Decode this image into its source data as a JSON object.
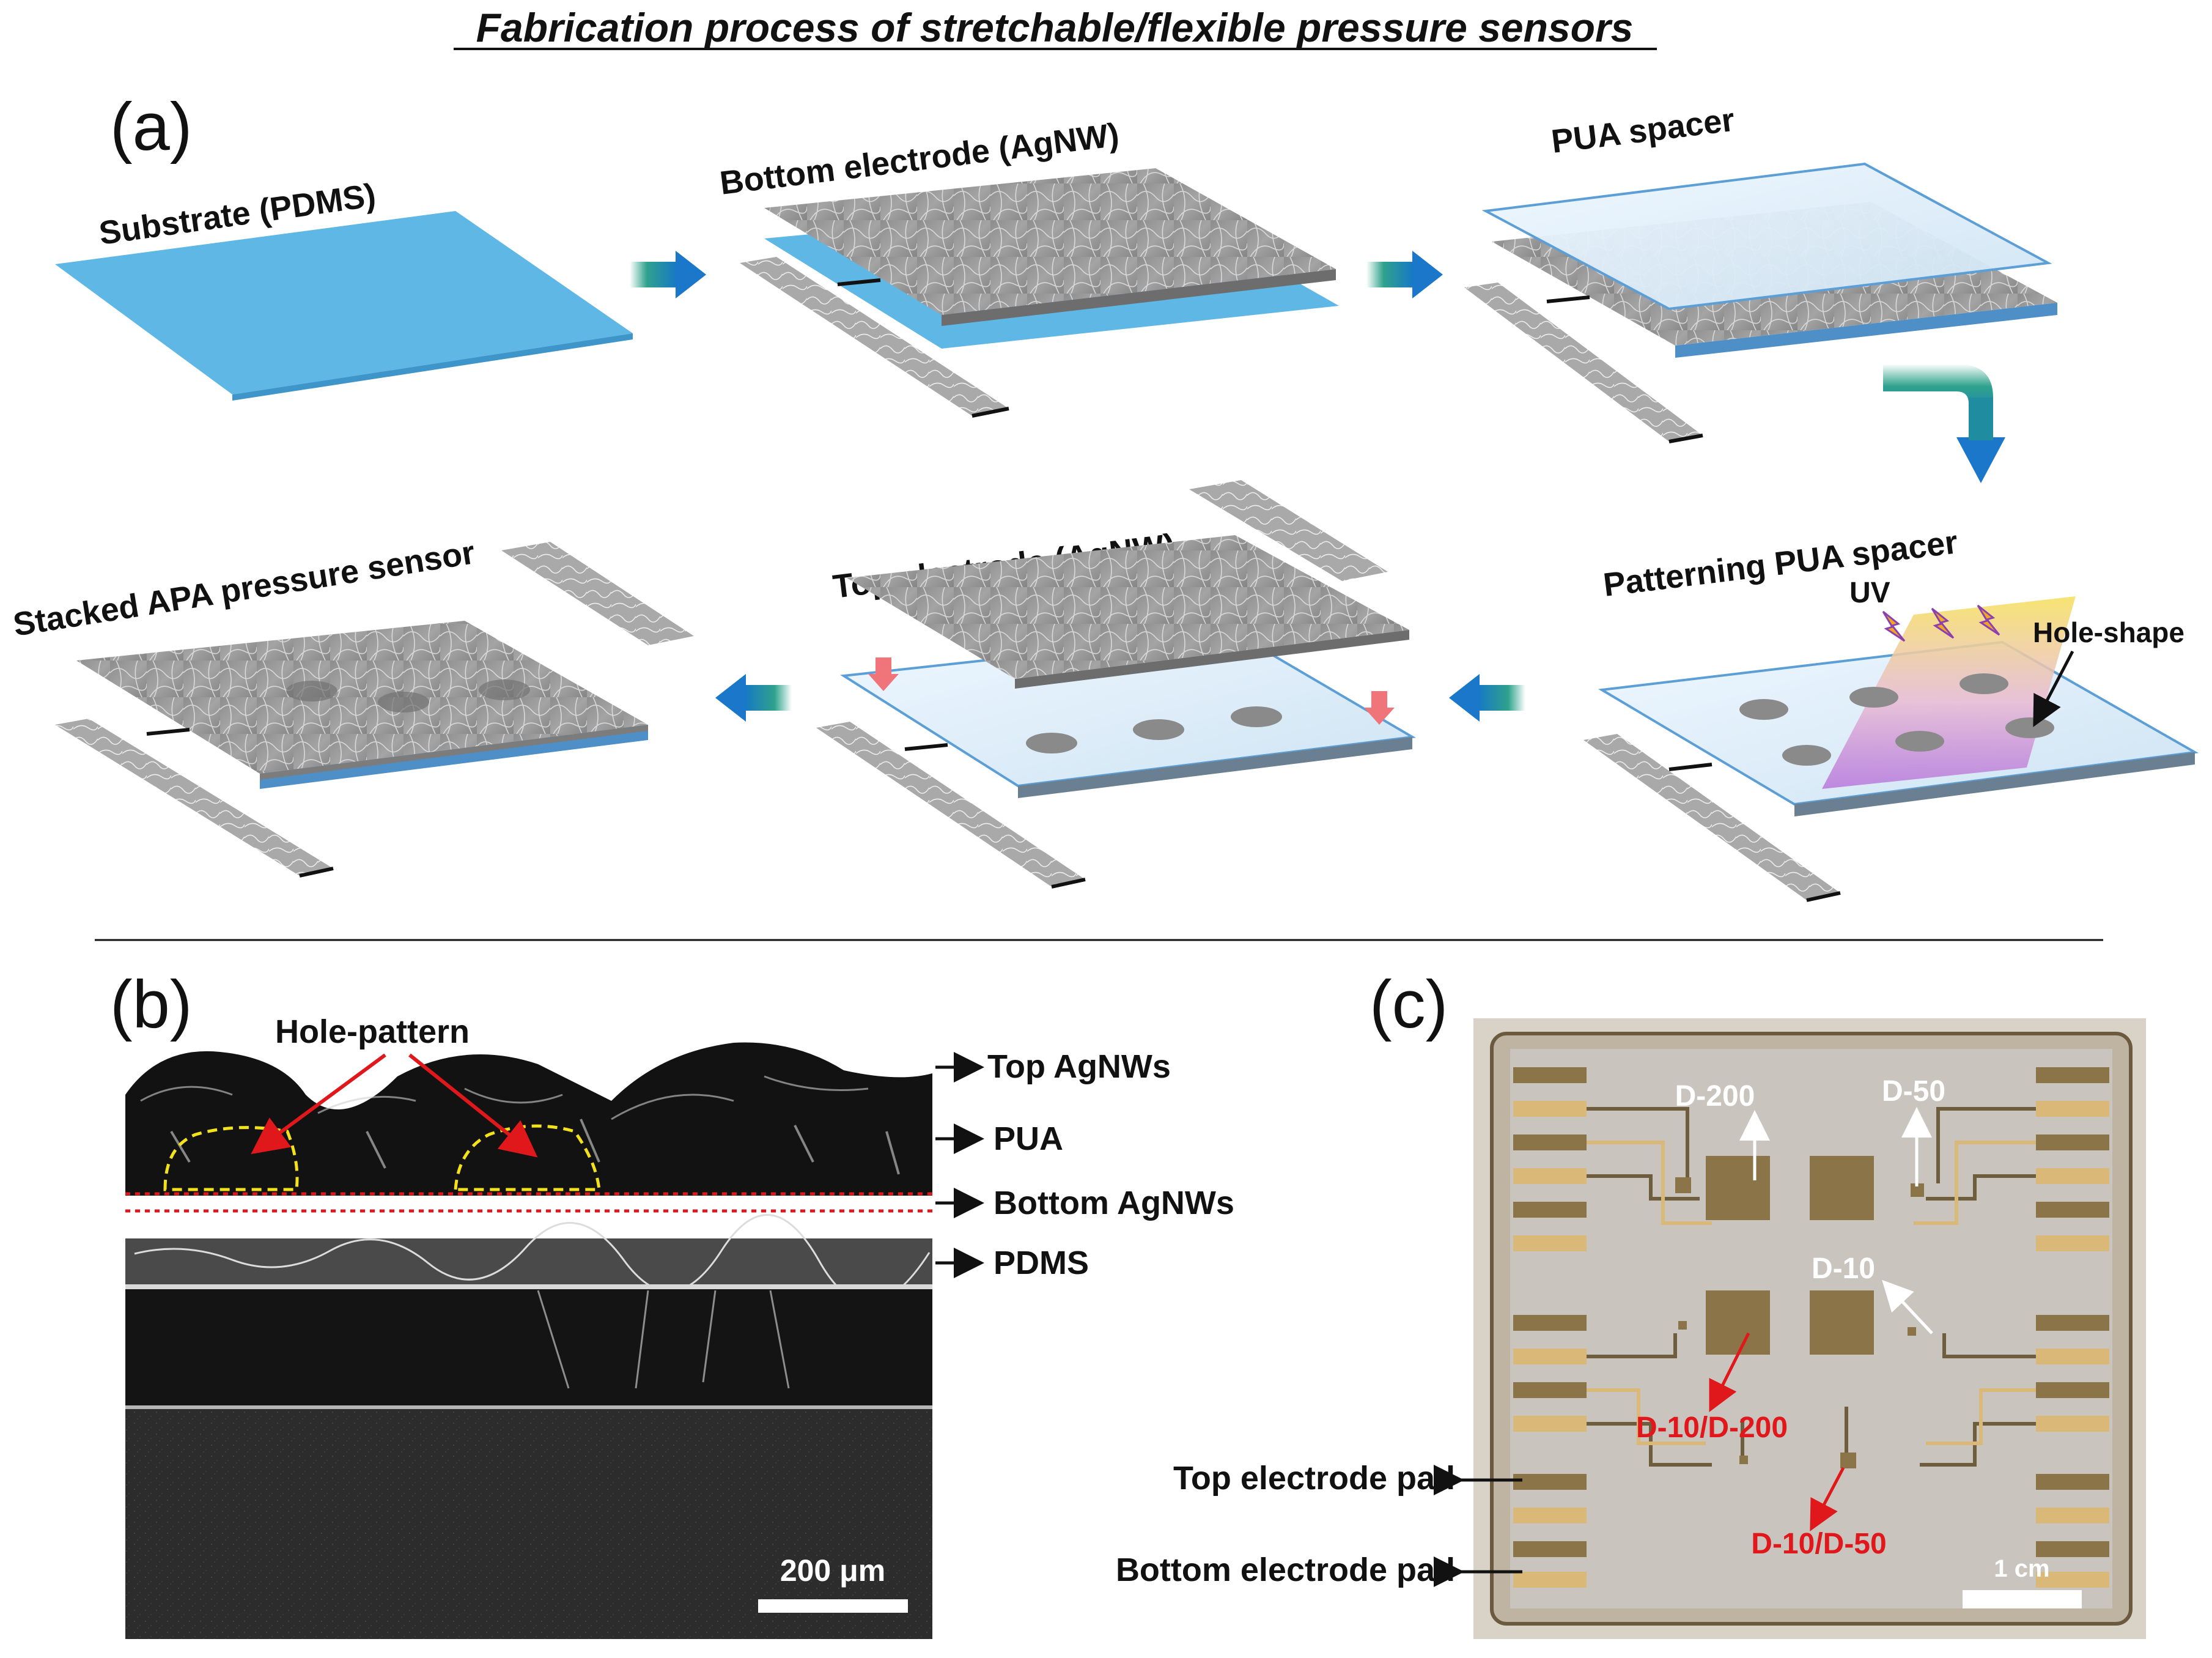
{
  "title": "Fabrication process of stretchable/flexible pressure sensors",
  "panel_a": {
    "label": "(a)",
    "steps": {
      "substrate": "Substrate (PDMS)",
      "bottom_electrode": "Bottom electrode (AgNW)",
      "pua_spacer": "PUA spacer",
      "patterning": "Patterning PUA spacer",
      "uv": "UV",
      "hole_shape": "Hole-shape",
      "top_electrode": "Top electrode (AgNW)",
      "stacked": "Stacked APA pressure sensor"
    }
  },
  "panel_b": {
    "label": "(b)",
    "hole_pattern": "Hole-pattern",
    "layers": [
      "Top AgNWs",
      "PUA",
      "Bottom AgNWs",
      "PDMS"
    ],
    "scale_bar": "200 μm"
  },
  "panel_c": {
    "label": "(c)",
    "devices": {
      "d200": "D-200",
      "d50": "D-50",
      "d10": "D-10",
      "d10_d200": "D-10/D-200",
      "d10_d50": "D-10/D-50"
    },
    "top_pad": "Top electrode pad",
    "bottom_pad": "Bottom electrode pad",
    "scale_bar": "1 cm"
  },
  "colors": {
    "substrate_blue": "#5fb7e6",
    "arrow_teal": "#168f82",
    "arrow_blue": "#1a77c9",
    "highlight_red": "#e0181b",
    "hole_outline_yellow": "#f3e21a",
    "electrode_gold": "#9a7a3c"
  }
}
